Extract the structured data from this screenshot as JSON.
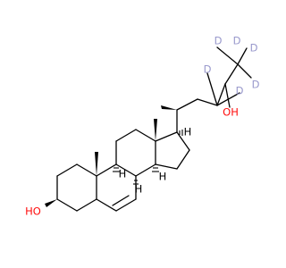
{
  "colors": {
    "bond": "#000000",
    "oxygen": "#ff0d0d",
    "deuterium": "#9999cc",
    "background": "#ffffff"
  },
  "atoms": {
    "oh_ring": "HO",
    "oh_chain": "OH",
    "hydrogen": "H",
    "deuterium": "D"
  }
}
